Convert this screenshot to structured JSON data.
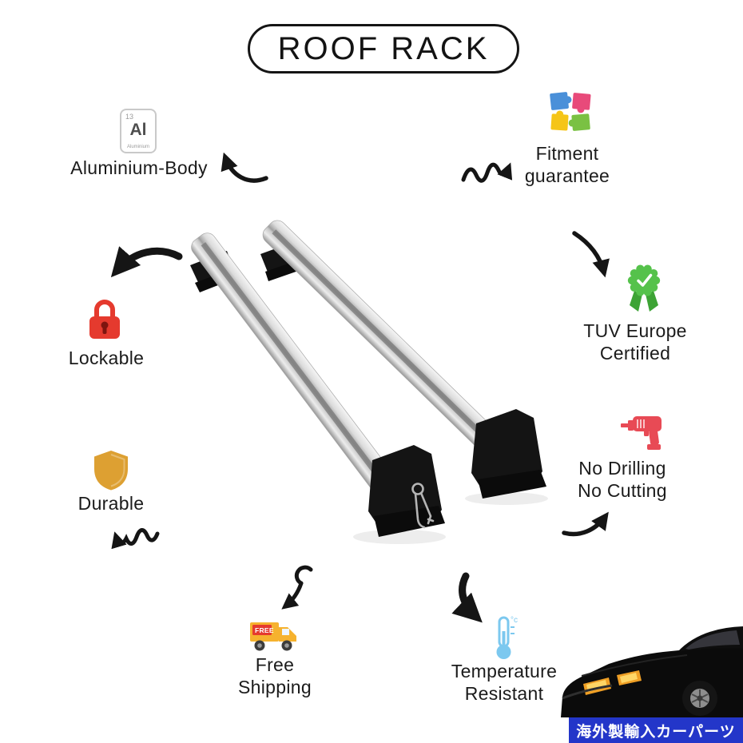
{
  "title": "ROOF RACK",
  "features": {
    "aluminium": {
      "label": "Aluminium-Body",
      "atomic_number": "13",
      "symbol": "Al",
      "element_name": "Aluminium"
    },
    "fitment": {
      "label_line1": "Fitment",
      "label_line2": "guarantee"
    },
    "lockable": {
      "label": "Lockable"
    },
    "tuv": {
      "label_line1": "TUV Europe",
      "label_line2": "Certified"
    },
    "durable": {
      "label": "Durable"
    },
    "no_drilling": {
      "label_line1": "No Drilling",
      "label_line2": "No Cutting"
    },
    "free_shipping": {
      "label_line1": "Free",
      "label_line2": "Shipping",
      "truck_badge": "FREE"
    },
    "temperature": {
      "label_line1": "Temperature",
      "label_line2": "Resistant",
      "degree_mark": "°c"
    }
  },
  "banner": {
    "text": "海外製輸入カーパーツ",
    "bg_color": "#2336c9",
    "text_color": "#ffffff"
  },
  "colors": {
    "arrow_black": "#151515",
    "lock_red": "#e53a2e",
    "lock_keyhole": "#7e150f",
    "shield_gold": "#dda032",
    "drill_red": "#e84a55",
    "thermometer_blue": "#7cc8ef",
    "truck_yellow": "#f6b22e",
    "truck_badge_red": "#e53a2e",
    "badge_green": "#55c24b",
    "ribbon_green": "#3da335",
    "puzzle_blue": "#4a90d9",
    "puzzle_pink": "#e84a7a",
    "puzzle_yellow": "#f5c518",
    "puzzle_green": "#7ac143",
    "banner_blue": "#2336c9"
  }
}
